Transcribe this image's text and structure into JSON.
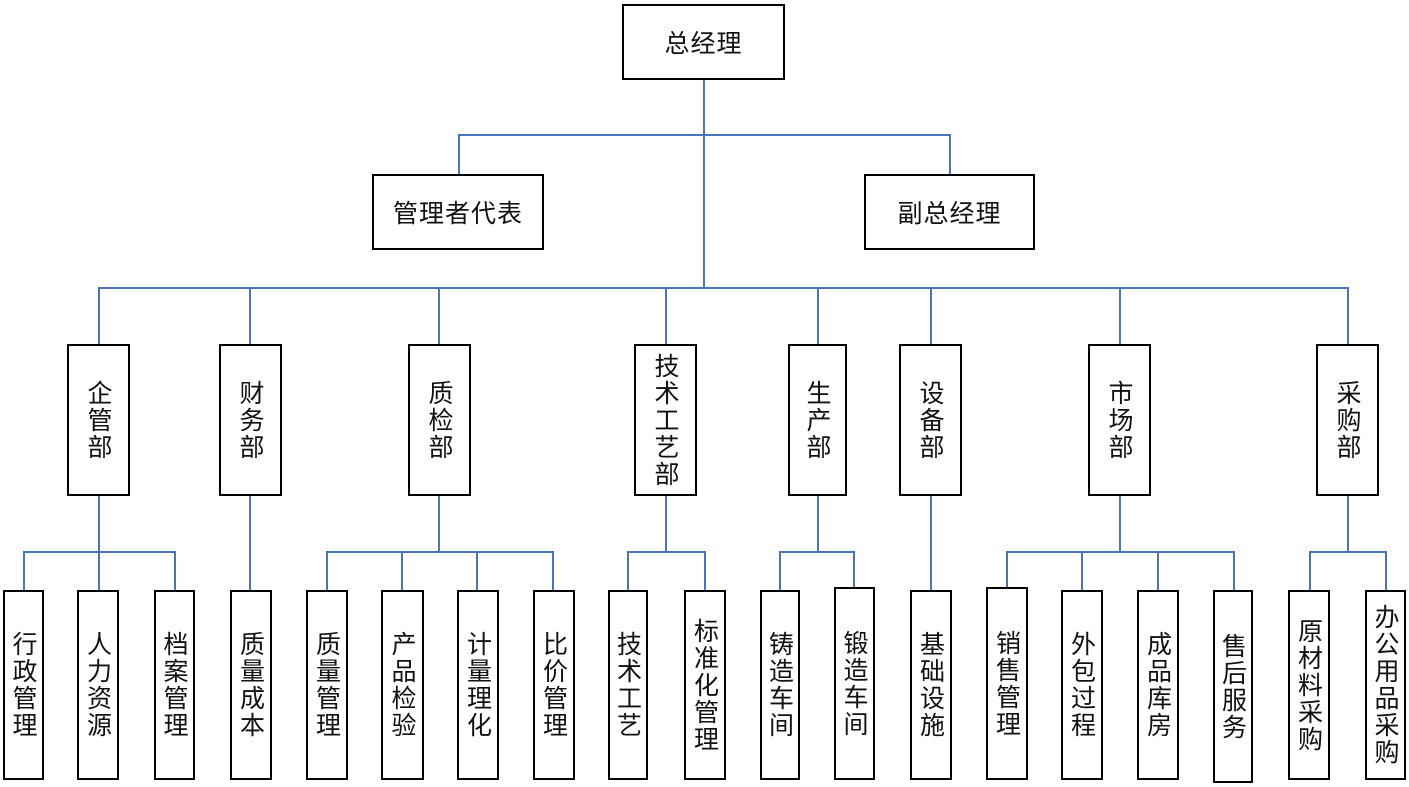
{
  "org": {
    "ceo": "总经理",
    "management_rep": "管理者代表",
    "deputy_gm": "副总经理",
    "departments": [
      {
        "name": "企管部",
        "units": [
          "行政管理",
          "人力资源",
          "档案管理"
        ]
      },
      {
        "name": "财务部",
        "units": [
          "质量成本"
        ]
      },
      {
        "name": "质检部",
        "units": [
          "质量管理",
          "产品检验",
          "计量理化",
          "比价管理"
        ]
      },
      {
        "name": "技术工艺部",
        "units": [
          "技术工艺",
          "标准化管理"
        ]
      },
      {
        "name": "生产部",
        "units": [
          "铸造车间",
          "锻造车间"
        ]
      },
      {
        "name": "设备部",
        "units": [
          "基础设施"
        ]
      },
      {
        "name": "市场部",
        "units": [
          "销售管理",
          "外包过程",
          "成品库房",
          "售后服务"
        ]
      },
      {
        "name": "采购部",
        "units": [
          "原材料采购",
          "办公用品采购"
        ]
      }
    ]
  },
  "colors": {
    "connector": "#4a74b8",
    "border": "#000000"
  }
}
